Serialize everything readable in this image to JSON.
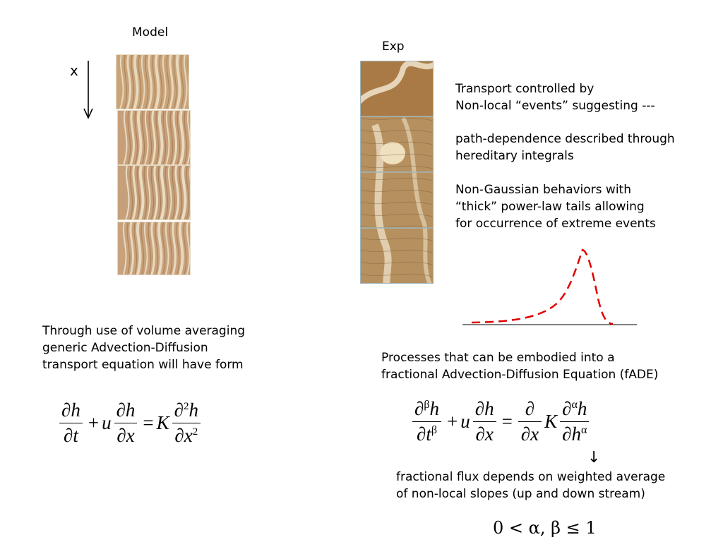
{
  "model": {
    "title": "Model",
    "axis_label": "x",
    "tiles": [
      {
        "base": "#c9a47a",
        "streak": "#efe2c8",
        "dark": "#8a6238"
      },
      {
        "base": "#c7a07a",
        "streak": "#f0e4cc",
        "dark": "#87603a"
      },
      {
        "base": "#c5a07b",
        "streak": "#f1e6cf",
        "dark": "#855e38"
      },
      {
        "base": "#c8a27c",
        "streak": "#efe3cb",
        "dark": "#896138"
      }
    ]
  },
  "exp": {
    "title": "Exp",
    "frame_color": "#9fb7bd",
    "tile_base": "#b6905f",
    "tile_streak": "#e6d5b8",
    "tile_dark": "#7a5a35"
  },
  "right_text": {
    "block1": "Transport controlled by\nNon-local “events” suggesting ---",
    "block2": "path-dependence described through\nhereditary  integrals",
    "block3": "Non-Gaussian behaviors with\n“thick” power-law tails allowing\nfor occurrence of extreme events"
  },
  "tail_curve": {
    "color": "#e00000",
    "shape": "heavy-left-tail peak",
    "baseline_color": "#000000"
  },
  "left_text": "Through use of volume averaging\ngeneric  Advection-Diffusion\ntransport equation will have form",
  "fade_text": "Processes that can be embodied  into a\nfractional Advection-Diffusion Equation (fADE)",
  "flux_text": "fractional flux depends on weighted average\nof non-local slopes (up and down stream)",
  "eq1": {
    "d": "∂",
    "h": "h",
    "t": "t",
    "x": "x",
    "u": "u",
    "K": "K",
    "plus": "+",
    "eq": "=",
    "two": "2"
  },
  "eq2": {
    "d": "∂",
    "beta": "β",
    "alpha": "α",
    "h": "h",
    "t": "t",
    "x": "x",
    "u": "u",
    "K": "K",
    "plus": "+",
    "eq": "=",
    "arrow": "↓"
  },
  "constraint": "0 < α, β ≤ 1"
}
